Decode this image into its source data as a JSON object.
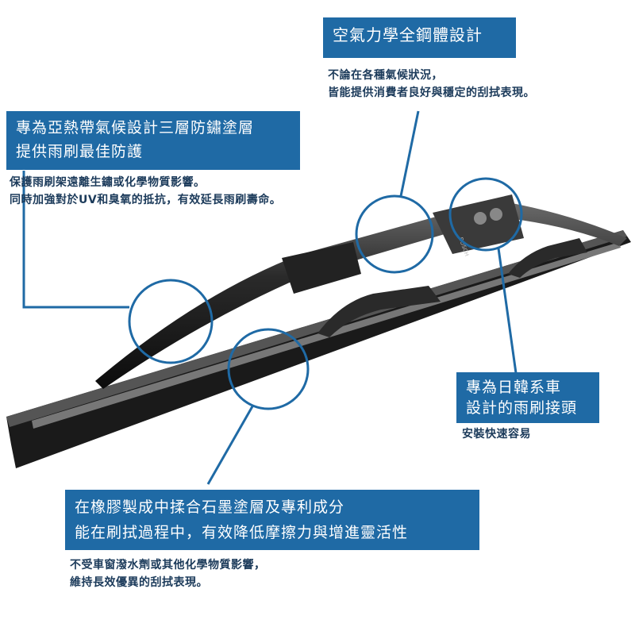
{
  "callouts": {
    "aero": {
      "title": [
        "空氣力學全鋼體設計"
      ],
      "desc": [
        "不論在各種氣候狀況，",
        "皆能提供消費者良好與穩定的刮拭表現。"
      ]
    },
    "coating": {
      "title": [
        "專為亞熱帶氣候設計三層防鏽塗層",
        "提供雨刷最佳防護"
      ],
      "desc": [
        "保護雨刷架遠離生鏽或化學物質影響。",
        "同時加強對於UV和臭氧的抵抗，有效延長雨刷壽命。"
      ]
    },
    "adapter": {
      "title": [
        "專為日韓系車",
        "設計的雨刷接頭"
      ],
      "desc": [
        "安裝快速容易"
      ]
    },
    "rubber": {
      "title": [
        "在橡膠製成中揉合石墨塗層及專利成分",
        "能在刷拭過程中，有效降低摩擦力與增進靈活性"
      ],
      "desc": [
        "不受車窗潑水劑或其他化學物質影響，",
        "維持長效優異的刮拭表現。"
      ]
    }
  },
  "product": {
    "brand": "BOSCH"
  },
  "colors": {
    "accent": "#1f6aa5",
    "desc_text": "#1b3a5a"
  }
}
